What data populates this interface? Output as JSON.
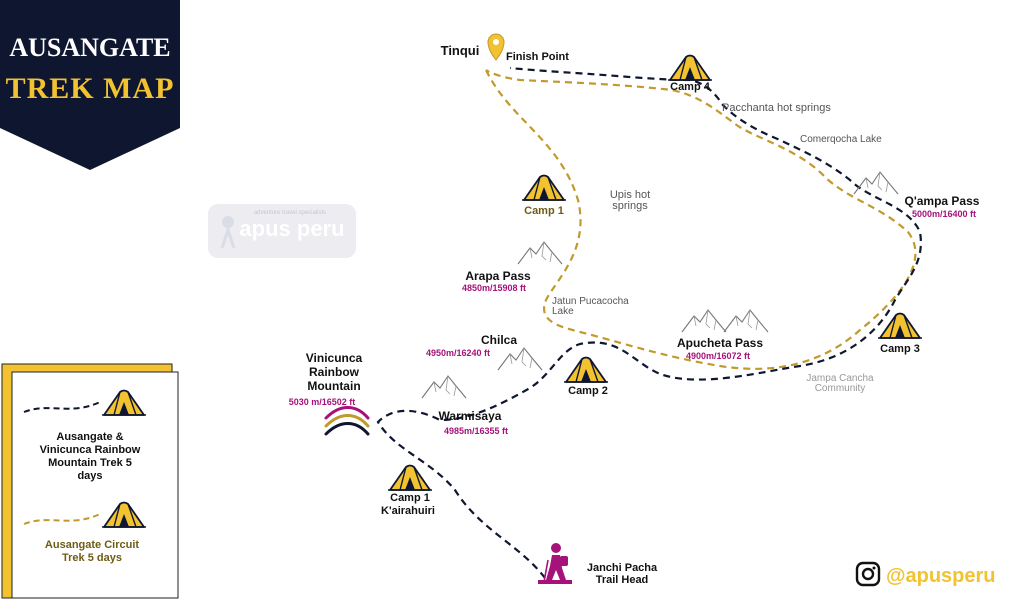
{
  "title": {
    "line1": "AUSANGATE",
    "line2": "TREK MAP"
  },
  "colors": {
    "navy": "#0f1730",
    "gold": "#f2c230",
    "route_black": "#0f1730",
    "route_gold": "#c19a2e",
    "magenta": "#a5127a",
    "olive": "#6e5c14",
    "grey": "#777777"
  },
  "watermark": {
    "small": "adventure travel specialists",
    "brand": "apus peru"
  },
  "places": {
    "tinqui": "Tinqui",
    "finish": "Finish Point",
    "camp4": "Camp 4",
    "pacchanta": "Pacchanta hot springs",
    "comerqocha": "Comerqocha Lake",
    "qampa": "Q'ampa Pass",
    "qampa_alt": "5000m/16400 ft",
    "camp1_circuit": "Camp 1",
    "upis_1": "Upis hot",
    "upis_2": "springs",
    "arapa": "Arapa Pass",
    "arapa_alt": "4850m/15908 ft",
    "jatun_1": "Jatun Pucacocha",
    "jatun_2": "Lake",
    "chilca": "Chilca",
    "chilca_alt": "4950m/16240 ft",
    "apucheta": "Apucheta Pass",
    "apucheta_alt": "4900m/16072 ft",
    "camp3": "Camp 3",
    "camp2": "Camp 2",
    "jampa_1": "Jampa Cancha",
    "jampa_2": "Community",
    "vini_1": "Vinicunca",
    "vini_2": "Rainbow",
    "vini_3": "Mountain",
    "vini_alt": "5030 m/16502 ft",
    "warmisaya": "Warmisaya",
    "warmisaya_alt": "4985m/16355 ft",
    "camp1_1": "Camp 1",
    "camp1_2": "K'airahuiri",
    "janchi_1": "Janchi Pacha",
    "janchi_2": "Trail Head"
  },
  "legend": {
    "black_1": "Ausangate &",
    "black_2": "Vinicunca Rainbow",
    "black_3": "Mountain Trek 5",
    "black_4": "days",
    "gold_1": "Ausangate Circuit",
    "gold_2": "Trek 5 days"
  },
  "social": {
    "handle": "@apusperu",
    "icon": "instagram-icon"
  }
}
